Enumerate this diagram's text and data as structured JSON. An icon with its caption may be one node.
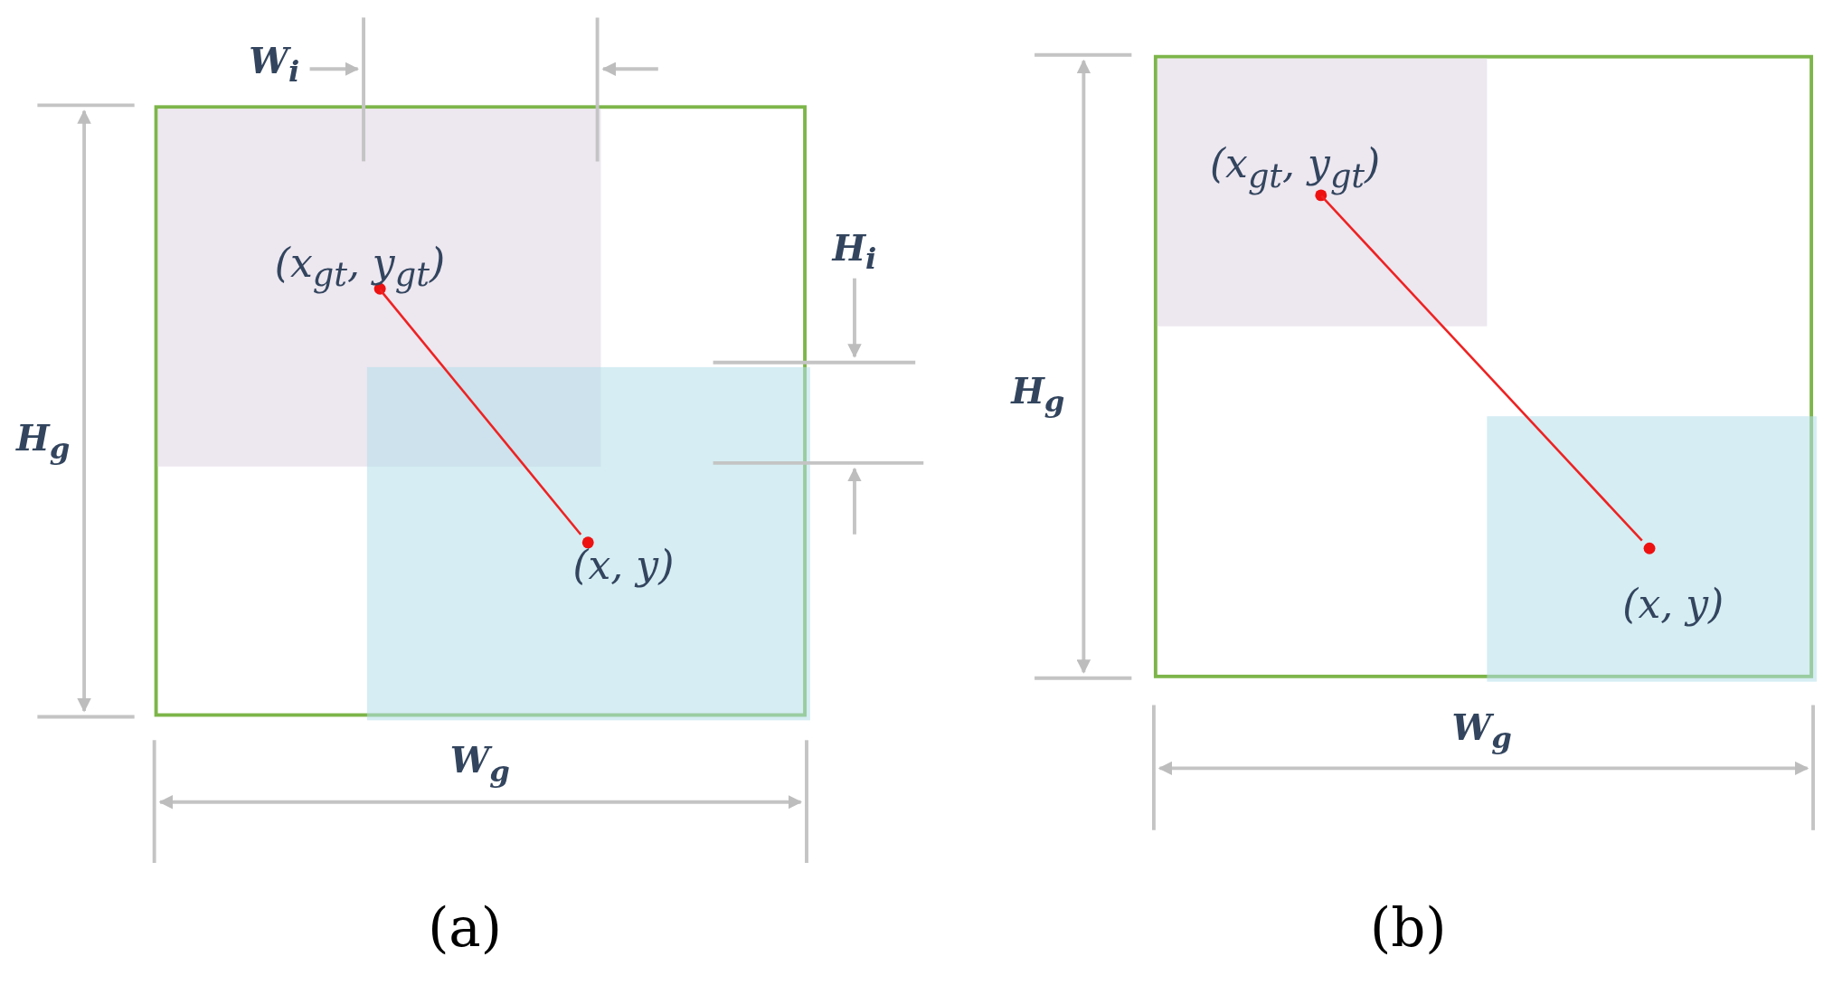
{
  "diagram": {
    "nodes": [
      {
        "text": [],
        "shape": "box"
      },
      {
        "text": [],
        "shape": "box",
        "in": 0
      },
      {
        "text": [],
        "shape": "box",
        "in": 0
      },
      {
        "text": [],
        "shape": "circle",
        "in": 1,
        "beside": [
          "(x$_{gt}$, y$_{gt}$)"
        ]
      },
      {
        "text": [],
        "shape": "circle",
        "in": 2,
        "beside": [
          "(x, y)"
        ]
      },
      {
        "text": [],
        "shape": "box"
      },
      {
        "text": [],
        "shape": "box",
        "in": 5
      },
      {
        "text": [],
        "shape": "box",
        "in": 5
      },
      {
        "text": [],
        "shape": "circle",
        "in": 6,
        "beside": [
          "(x$_{gt}$, y$_{gt}$)"
        ]
      },
      {
        "text": [],
        "shape": "circle",
        "in": 7,
        "beside": [
          "(x, y)"
        ]
      }
    ],
    "edges": [
      {
        "from": 3,
        "to": 4,
        "arrow": "none"
      },
      {
        "from": 8,
        "to": 9,
        "arrow": "none"
      }
    ],
    "labels": [
      "W$_{i}$",
      "H$_{i}$",
      "H$_{g}$",
      "W$_{g}$",
      "(a)",
      "H$_{g}$",
      "W$_{g}$",
      "(b)"
    ]
  }
}
